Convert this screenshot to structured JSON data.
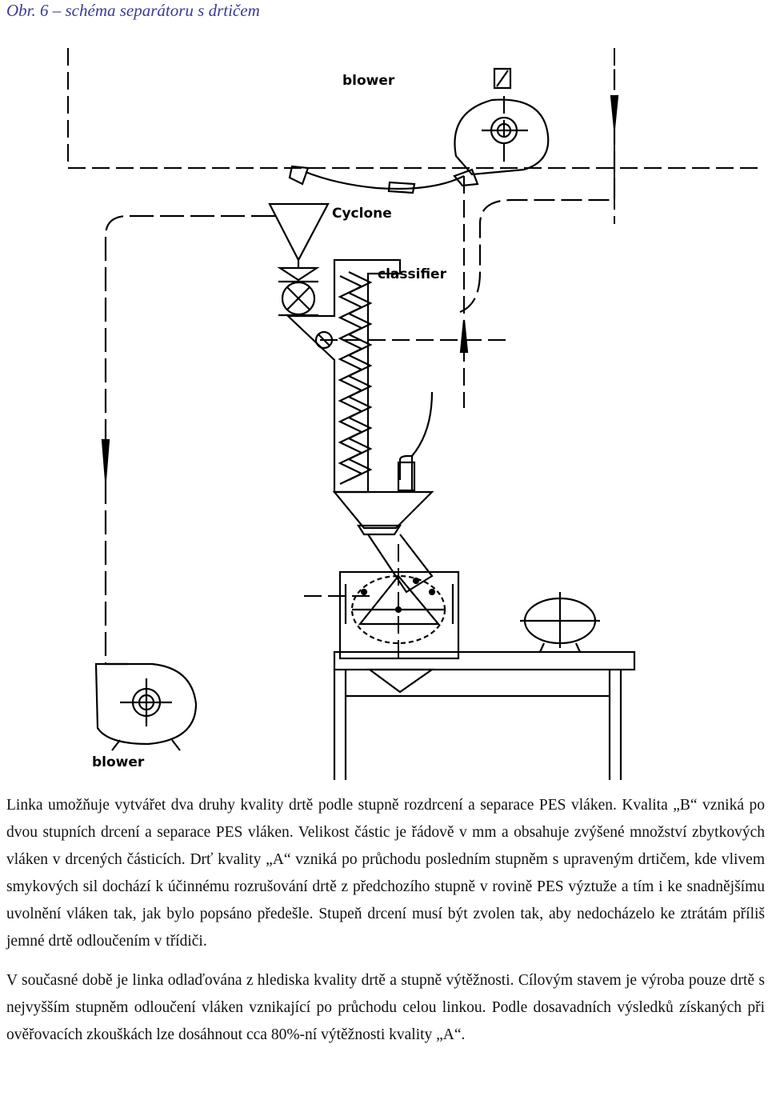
{
  "caption": "Obr. 6 – schéma separátoru s drtičem",
  "diagram": {
    "label_blower_top": "blower",
    "label_cyclone": "Cyclone",
    "label_classifier": "classifier",
    "label_blower_bottom": "blower"
  },
  "paragraphs": [
    "Linka umožňuje vytvářet dva druhy kvality drtě podle stupně rozdrcení a separace PES vláken. Kvalita „B“ vzniká po dvou stupních drcení a separace PES vláken. Velikost částic je řádově v mm a obsahuje zvýšené množství zbytkových vláken v drcených částicích. Drť kvality „A“ vzniká po průchodu posledním stupněm s upraveným drtičem, kde vlivem smykových sil dochází k účinnému rozrušování drtě z předchozího stupně v rovině PES výztuže a tím i ke snadnějšímu uvolnění vláken tak, jak bylo popsáno předešle. Stupeň drcení musí být zvolen tak, aby nedocházelo ke ztrátám příliš jemné drtě odloučením v třídiči.",
    "V současné době je linka odlaďována z hlediska kvality drtě a stupně výtěžnosti. Cílovým stavem je výroba pouze drtě s nejvyšším stupněm odloučení vláken vznikající po průchodu celou linkou. Podle dosavadních výsledků získaných při ověřovacích zkouškách lze dosáhnout cca 80%-ní výtěžnosti kvality „A“."
  ]
}
